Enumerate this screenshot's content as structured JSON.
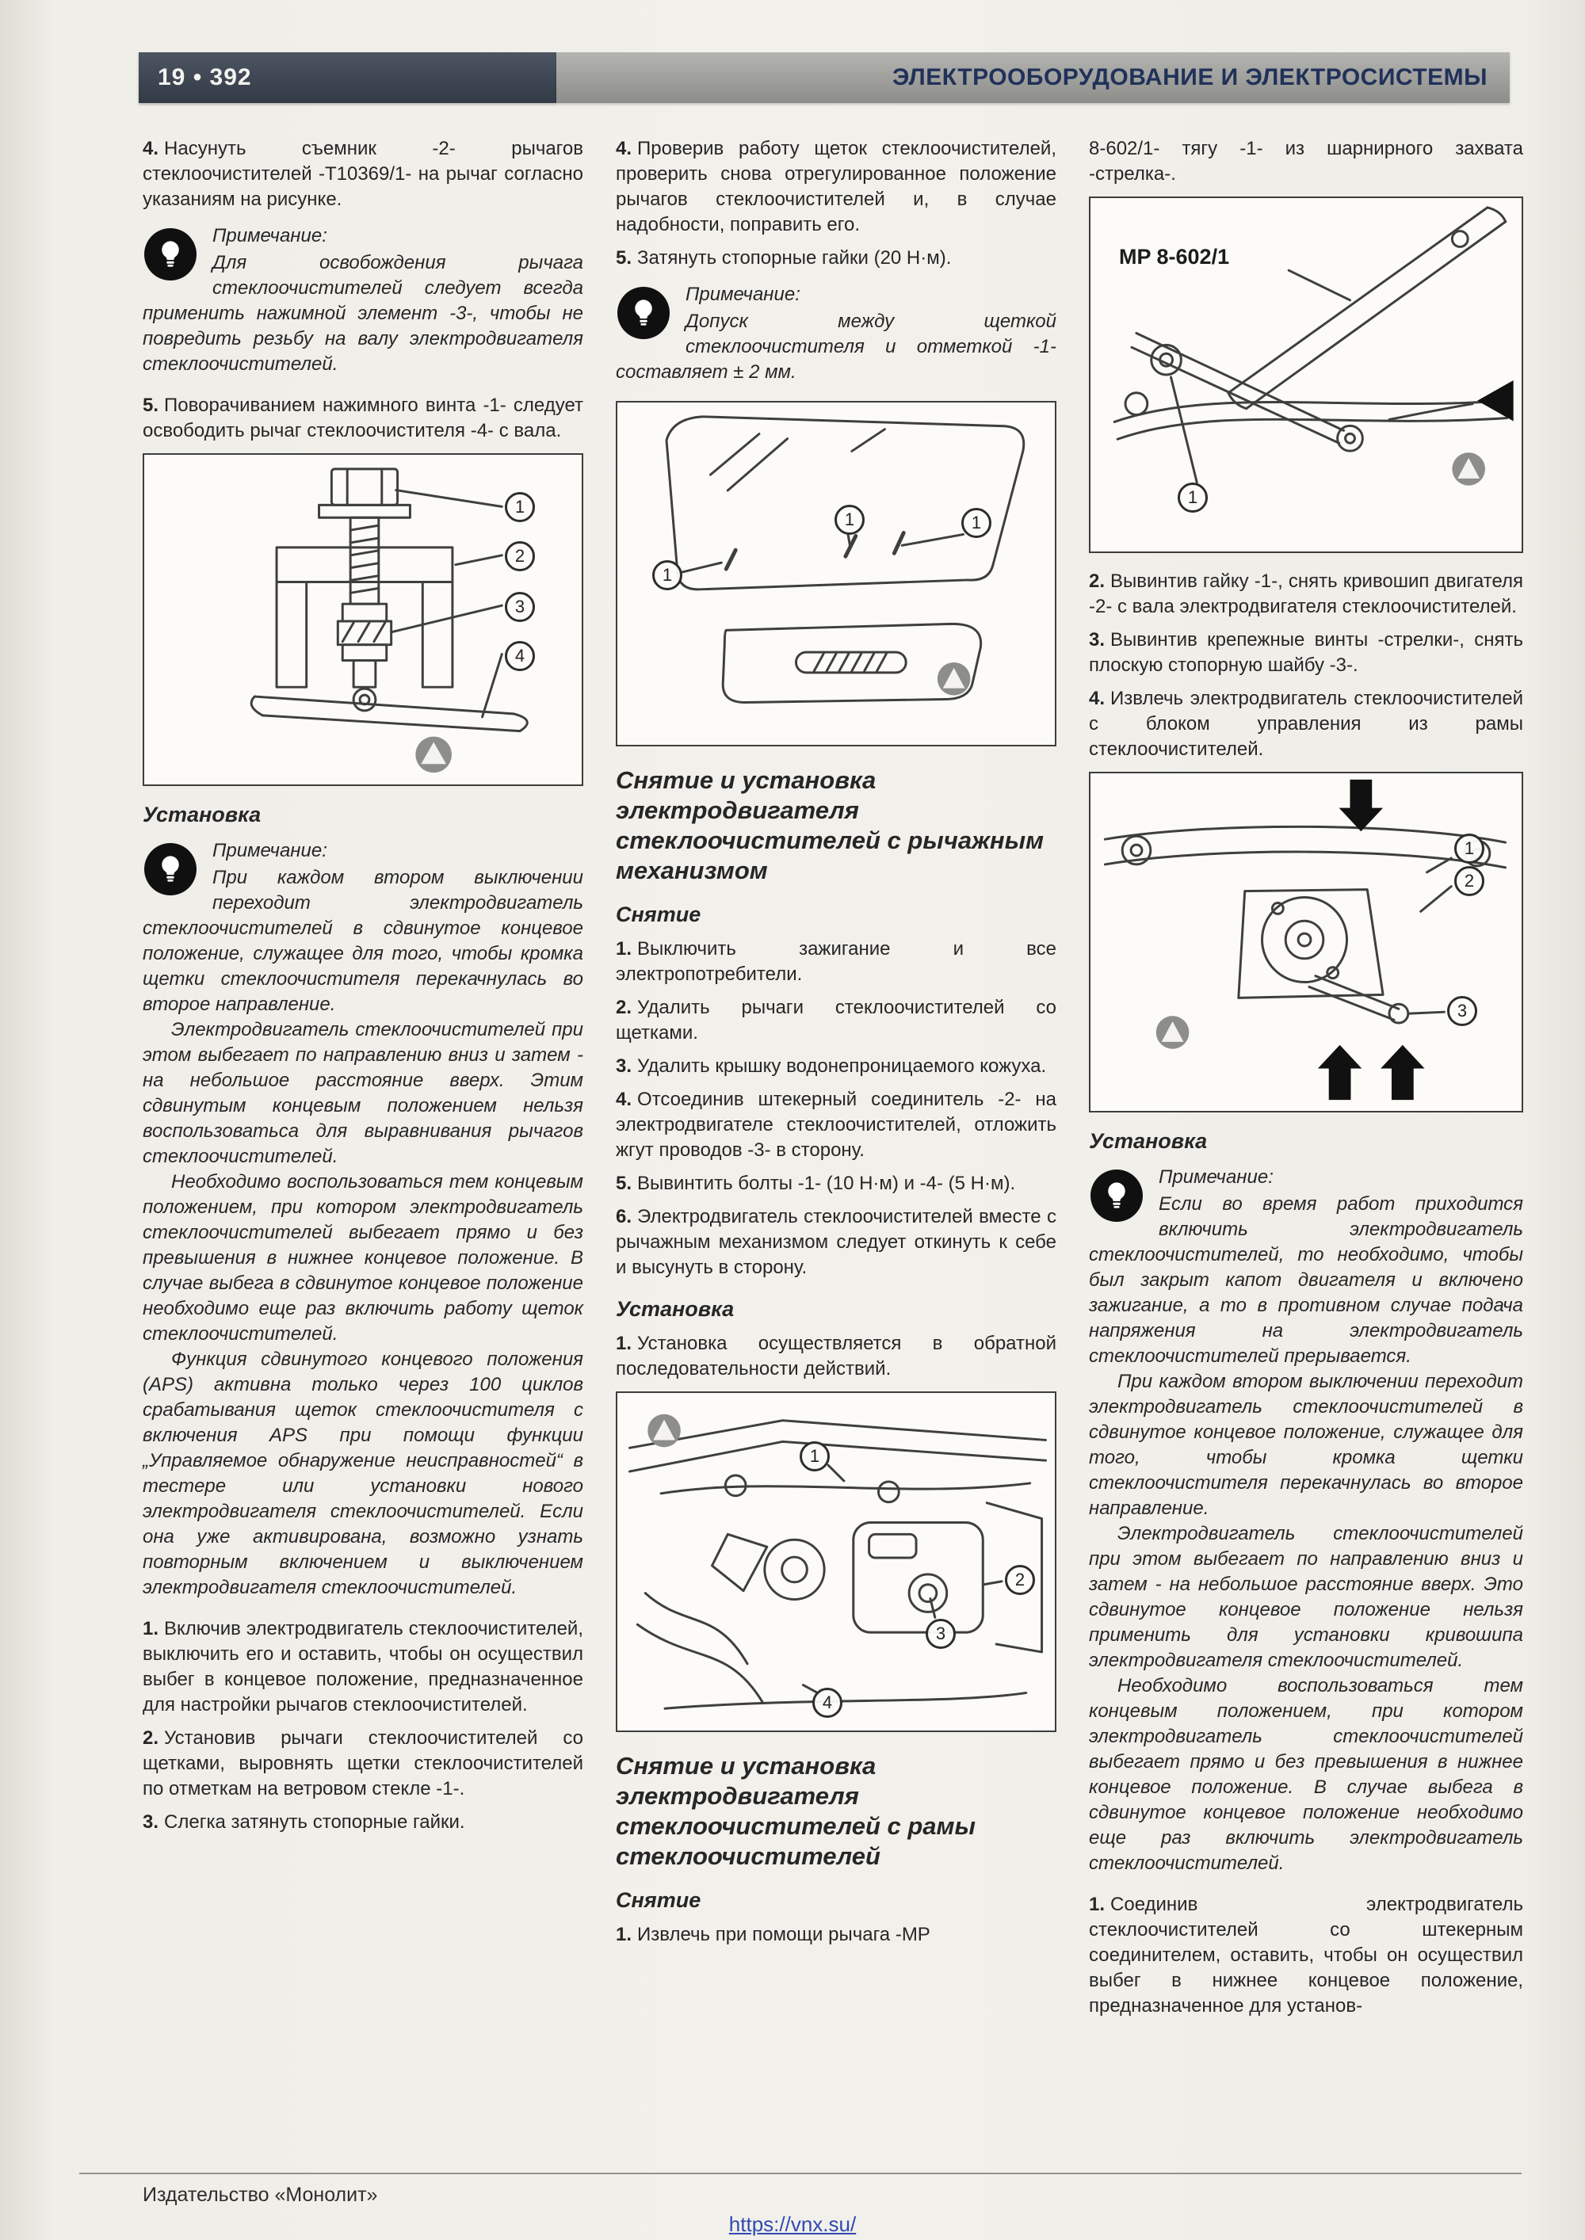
{
  "header": {
    "page_number": "19 • 392",
    "title": "ЭЛЕКТРООБОРУДОВАНИЕ И ЭЛЕКТРОСИСТЕМЫ"
  },
  "footer": {
    "publisher": "Издательство «Монолит»",
    "link": "https://vnx.su/"
  },
  "left": {
    "step4": {
      "num": "4.",
      "text": "Насунуть съемник -2- рычагов стеклоочистителей -Т10369/1- на рычаг согласно указаниям на рисунке."
    },
    "note1": {
      "title": "Примечание:",
      "paragraphs": [
        "Для освобождения рычага стеклоочистителей следует всегда применить нажимной элемент -3-, чтобы не повредить резьбу на валу электродвигателя стеклоочистителей."
      ]
    },
    "step5": {
      "num": "5.",
      "text": "Поворачиванием нажимного винта -1- следует освободить рычаг стеклоочистителя -4- с вала."
    },
    "figure_puller": {
      "callouts": [
        "1",
        "2",
        "3",
        "4"
      ]
    },
    "heading_install": "Установка",
    "note2": {
      "title": "Примечание:",
      "paragraphs": [
        "При каждом втором выключении переходит электродвигатель стеклоочистителей в сдвинутое концевое положение, служащее для того, чтобы кромка щетки стеклоочистителя перекачнулась во второе направление.",
        "Электродвигатель стеклоочистителей при этом выбегает по направлению вниз и затем - на небольшое расстояние вверх. Этим сдвинутым концевым положением нельзя воспользоватьса для выравнивания рычагов стеклоочистителей.",
        "Необходимо воспользоваться тем концевым положением, при котором электродвигатель стеклоочистителей выбегает прямо и без превышения в нижнее концевое положение. В случае выбега в сдвинутое концевое положение необходимо еще раз включить работу щеток стеклоочистителей.",
        "Функция сдвинутого концевого положения (APS) активна только через 100 циклов срабатывания щеток стеклоочистителя с включения APS при помощи функции „Управляемое обнаружение неисправностей“ в тестере или установки нового электродвигателя стеклоочистителей. Если она уже активирована, возможно узнать повторным включением и выключением электродвигателя стеклоочистителей."
      ]
    },
    "steps": [
      {
        "num": "1.",
        "text": "Включив электродвигатель стеклоочистителей, выключить его и оставить, чтобы он осуществил выбег в концевое положение, предназначенное для настройки рычагов стеклоочистителей."
      },
      {
        "num": "2.",
        "text": "Установив рычаги стеклоочистителей со щетками, выровнять щетки стеклоочистителей по отметкам на ветровом стекле -1-."
      },
      {
        "num": "3.",
        "text": "Слегка затянуть стопорные гайки."
      }
    ]
  },
  "middle": {
    "step4": {
      "num": "4.",
      "text": "Проверив работу щеток стеклоочистителей, проверить снова отрегулированное положение рычагов стеклоочистителей и, в случае надобности, поправить его."
    },
    "step5": {
      "num": "5.",
      "text": "Затянуть стопорные гайки (20 Н·м)."
    },
    "note1": {
      "title": "Примечание:",
      "paragraphs": [
        "Допуск между щеткой стеклоочистителя и отметкой -1- составляет ± 2 мм."
      ]
    },
    "figure_windshield": {
      "callouts": [
        "1",
        "1",
        "1"
      ]
    },
    "section1_title": "Снятие и установка электродвигателя стеклоочистителей с рычажным механизмом",
    "sub_removal": "Снятие",
    "removal_steps": [
      {
        "num": "1.",
        "text": "Выключить зажигание и все электропотребители."
      },
      {
        "num": "2.",
        "text": "Удалить рычаги стеклоочистителей со щетками."
      },
      {
        "num": "3.",
        "text": "Удалить крышку водонепроницаемого кожуха."
      },
      {
        "num": "4.",
        "text": "Отсоединив штекерный соединитель -2- на электродвигателе стеклоочистителей, отложить жгут проводов -3- в сторону."
      },
      {
        "num": "5.",
        "text": "Вывинтить болты -1- (10 Н·м) и -4- (5 Н·м)."
      },
      {
        "num": "6.",
        "text": "Электродвигатель стеклоочистителей вместе с рычажным механизмом следует откинуть к себе и высунуть в сторону."
      }
    ],
    "sub_install": "Установка",
    "install_steps": [
      {
        "num": "1.",
        "text": "Установка осуществляется в обратной последовательности действий."
      }
    ],
    "figure_engine": {
      "callouts": [
        "1",
        "2",
        "3",
        "4"
      ]
    },
    "section2_title": "Снятие и установка электродвигателя стеклоочистителей с рамы стеклоочистителей",
    "sub_removal2": "Снятие",
    "step_partial": {
      "num": "1.",
      "text": "Извлечь при помощи рычага -МР"
    }
  },
  "right": {
    "continuation": "8-602/1- тягу -1- из шарнирного захвата -стрелка-.",
    "figure_tool": {
      "label": "MP 8-602/1",
      "callouts": [
        "1"
      ]
    },
    "steps": [
      {
        "num": "2.",
        "text": "Вывинтив гайку -1-, снять кривошип двигателя -2- с вала электродвигателя стеклоочистителей."
      },
      {
        "num": "3.",
        "text": "Вывинтив крепежные винты -стрелки-, снять плоскую стопорную шайбу -3-."
      },
      {
        "num": "4.",
        "text": "Извлечь электродвигатель стеклоочистителей с блоком управления из рамы стеклоочистителей."
      }
    ],
    "figure_motor": {
      "callouts": [
        "1",
        "2",
        "3"
      ]
    },
    "heading_install": "Установка",
    "note1": {
      "title": "Примечание:",
      "paragraphs": [
        "Если во время работ приходится включить электродвигатель стеклоочистителей, то необходимо, чтобы был закрыт капот двигателя и включено зажигание, а то в противном случае подача напряжения на электродвигатель стеклоочистителей прерывается.",
        "При каждом втором выключении переходит электродвигатель стеклоочистителей в сдвинутое концевое положение, служащее для того, чтобы кромка щетки стеклоочистителя перекачнулась во второе направление.",
        "Электродвигатель стеклоочистителей при этом выбегает по направлению вниз и затем - на небольшое расстояние вверх. Это сдвинутое концевое положение нельзя применить для установки кривошипа электродвигателя стеклоочистителей.",
        "Необходимо воспользоваться тем концевым положением, при котором электродвигатель стеклоочистителей выбегает прямо и без превышения в нижнее концевое положение. В случае выбега в сдвинутое концевое положение необходимо еще раз включить электродвигатель стеклоочистителей."
      ]
    },
    "steps2": [
      {
        "num": "1.",
        "text": "Соединив электродвигатель стеклоочистителей со штекерным соединителем, оставить, чтобы он осуществил выбег в нижнее концевое положение, предназначенное для установ-"
      }
    ]
  }
}
